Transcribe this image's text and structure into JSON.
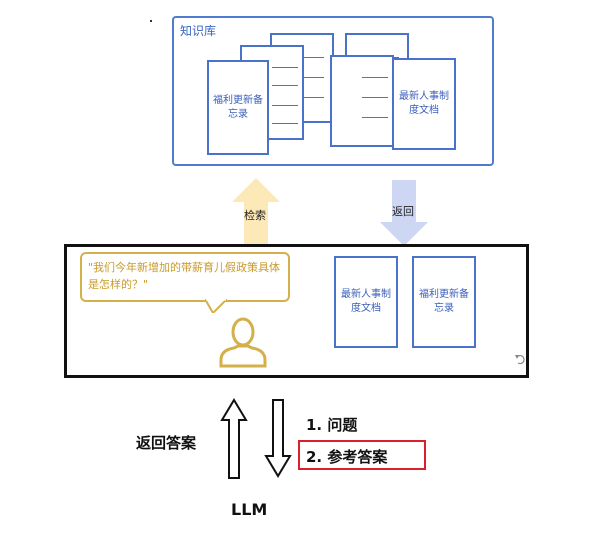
{
  "knowledge_base": {
    "title": "知识库",
    "doc_left": "福利更新备忘录",
    "doc_right": "最新人事制度文档"
  },
  "arrows": {
    "retrieve": "检索",
    "return": "返回"
  },
  "query_area": {
    "question": "\"我们今年新增加的带薪育儿假政策具体是怎样的？\"",
    "result_doc_1": "最新人事制度文档",
    "result_doc_2": "福利更新备忘录"
  },
  "llm_section": {
    "return_answer": "返回答案",
    "step_1": "1. 问题",
    "step_2": "2. 参考答案",
    "llm_label": "LLM"
  },
  "colors": {
    "blue": "#4a72c8",
    "gold": "#d4b04a",
    "red": "#d6222a",
    "up_arrow": "#fde8b8",
    "down_arrow": "#cdd6f2"
  }
}
